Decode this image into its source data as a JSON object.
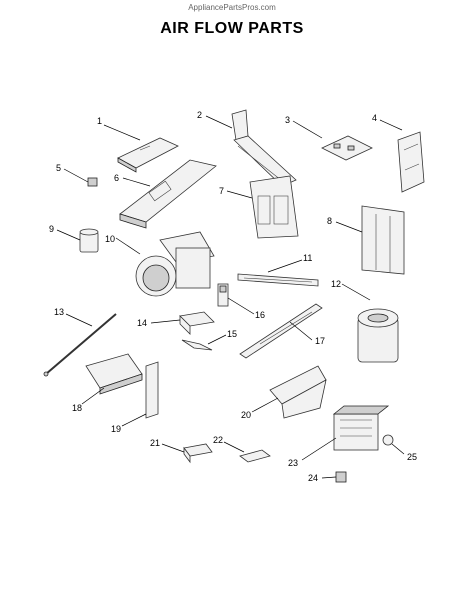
{
  "watermark": "AppliancePartsPros.com",
  "title": "AIR FLOW PARTS",
  "callouts": [
    {
      "id": "1",
      "label": "1"
    },
    {
      "id": "2",
      "label": "2"
    },
    {
      "id": "3",
      "label": "3"
    },
    {
      "id": "4",
      "label": "4"
    },
    {
      "id": "5",
      "label": "5"
    },
    {
      "id": "6",
      "label": "6"
    },
    {
      "id": "7",
      "label": "7"
    },
    {
      "id": "8",
      "label": "8"
    },
    {
      "id": "9",
      "label": "9"
    },
    {
      "id": "10",
      "label": "10"
    },
    {
      "id": "11",
      "label": "11"
    },
    {
      "id": "12",
      "label": "12"
    },
    {
      "id": "13",
      "label": "13"
    },
    {
      "id": "14",
      "label": "14"
    },
    {
      "id": "15",
      "label": "15"
    },
    {
      "id": "16",
      "label": "16"
    },
    {
      "id": "17",
      "label": "17"
    },
    {
      "id": "18",
      "label": "18"
    },
    {
      "id": "19",
      "label": "19"
    },
    {
      "id": "20",
      "label": "20"
    },
    {
      "id": "21",
      "label": "21"
    },
    {
      "id": "22",
      "label": "22"
    },
    {
      "id": "23",
      "label": "23"
    },
    {
      "id": "24",
      "label": "24"
    },
    {
      "id": "25",
      "label": "25"
    }
  ]
}
